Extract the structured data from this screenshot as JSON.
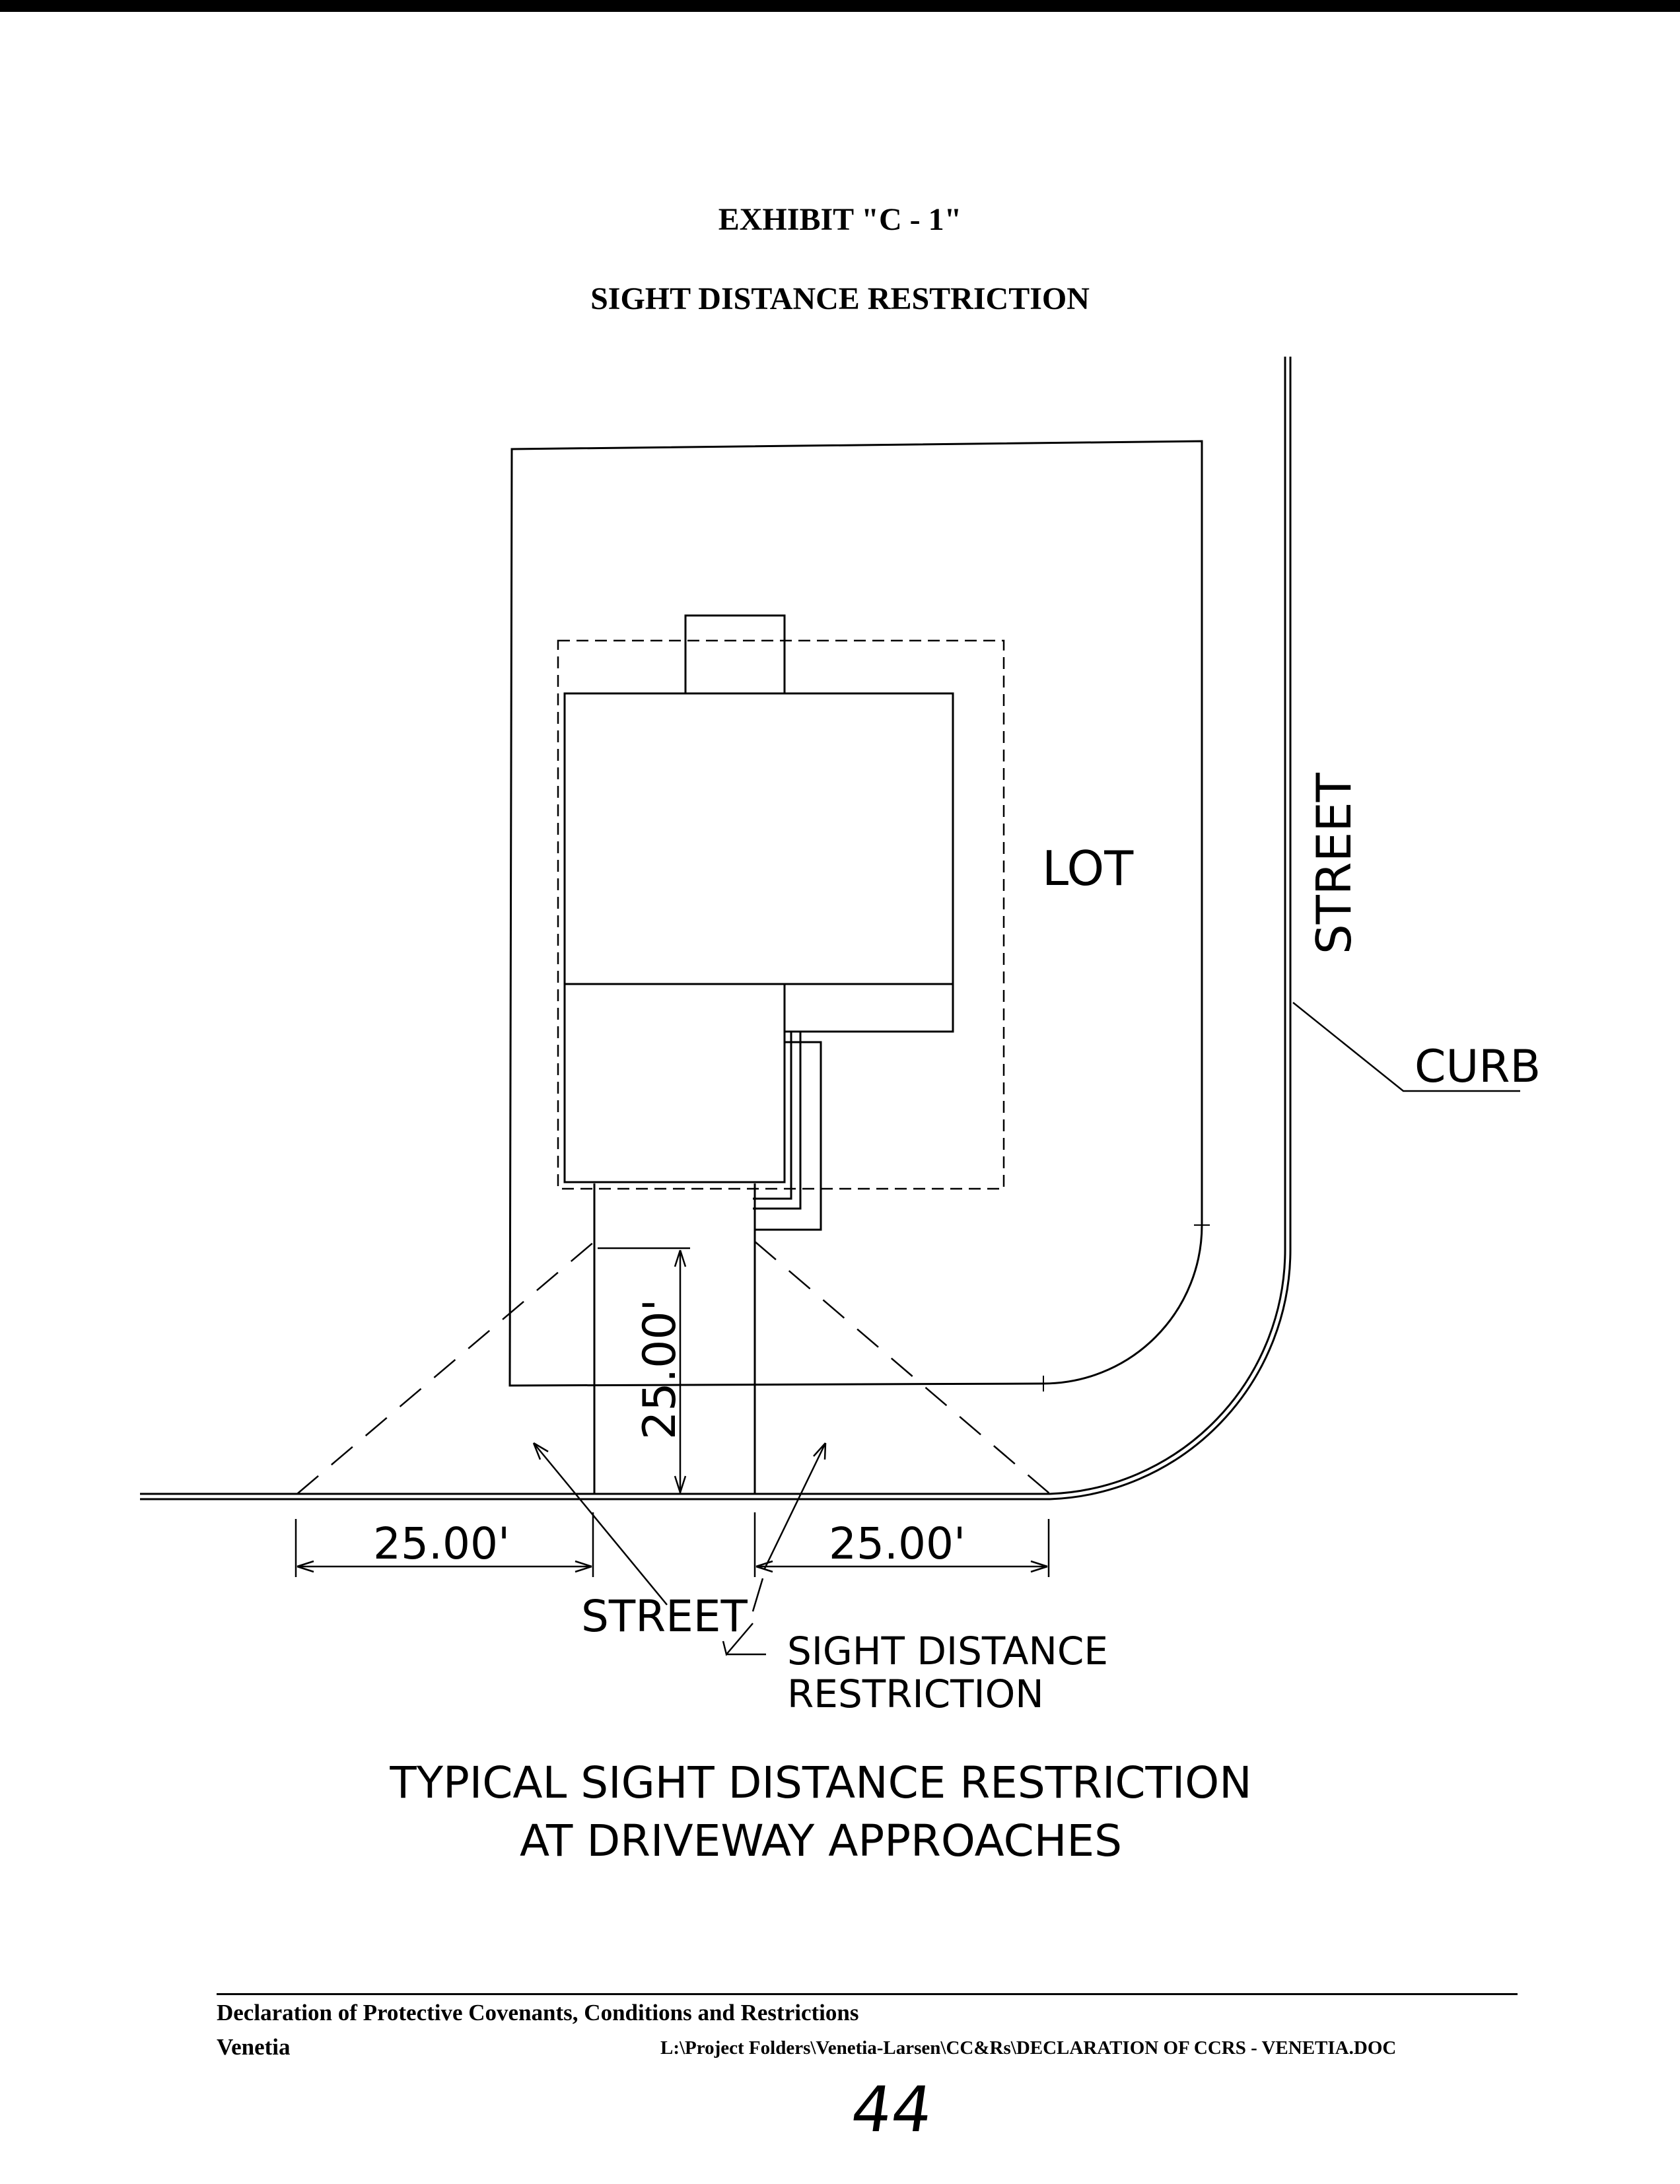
{
  "exhibit": {
    "title": "EXHIBIT \"C - 1\"",
    "subtitle": "SIGHT DISTANCE RESTRICTION"
  },
  "drawing": {
    "lot_label": "LOT",
    "side_street_label": "STREET",
    "curb_label": "CURB",
    "front_street_label": "STREET",
    "dimension_left": "25.00'",
    "dimension_right": "25.00'",
    "dimension_vertical": "25.00'",
    "restriction_label_line1": "SIGHT DISTANCE",
    "restriction_label_line2": "RESTRICTION",
    "caption_line1": "TYPICAL SIGHT DISTANCE RESTRICTION",
    "caption_line2": "AT DRIVEWAY APPROACHES"
  },
  "footer": {
    "title": "Declaration of Protective Covenants, Conditions and Restrictions",
    "project": "Venetia",
    "file_path": "L:\\Project Folders\\Venetia-Larsen\\CC&Rs\\DECLARATION OF CCRS - VENETIA.DOC",
    "page_number": "44"
  }
}
